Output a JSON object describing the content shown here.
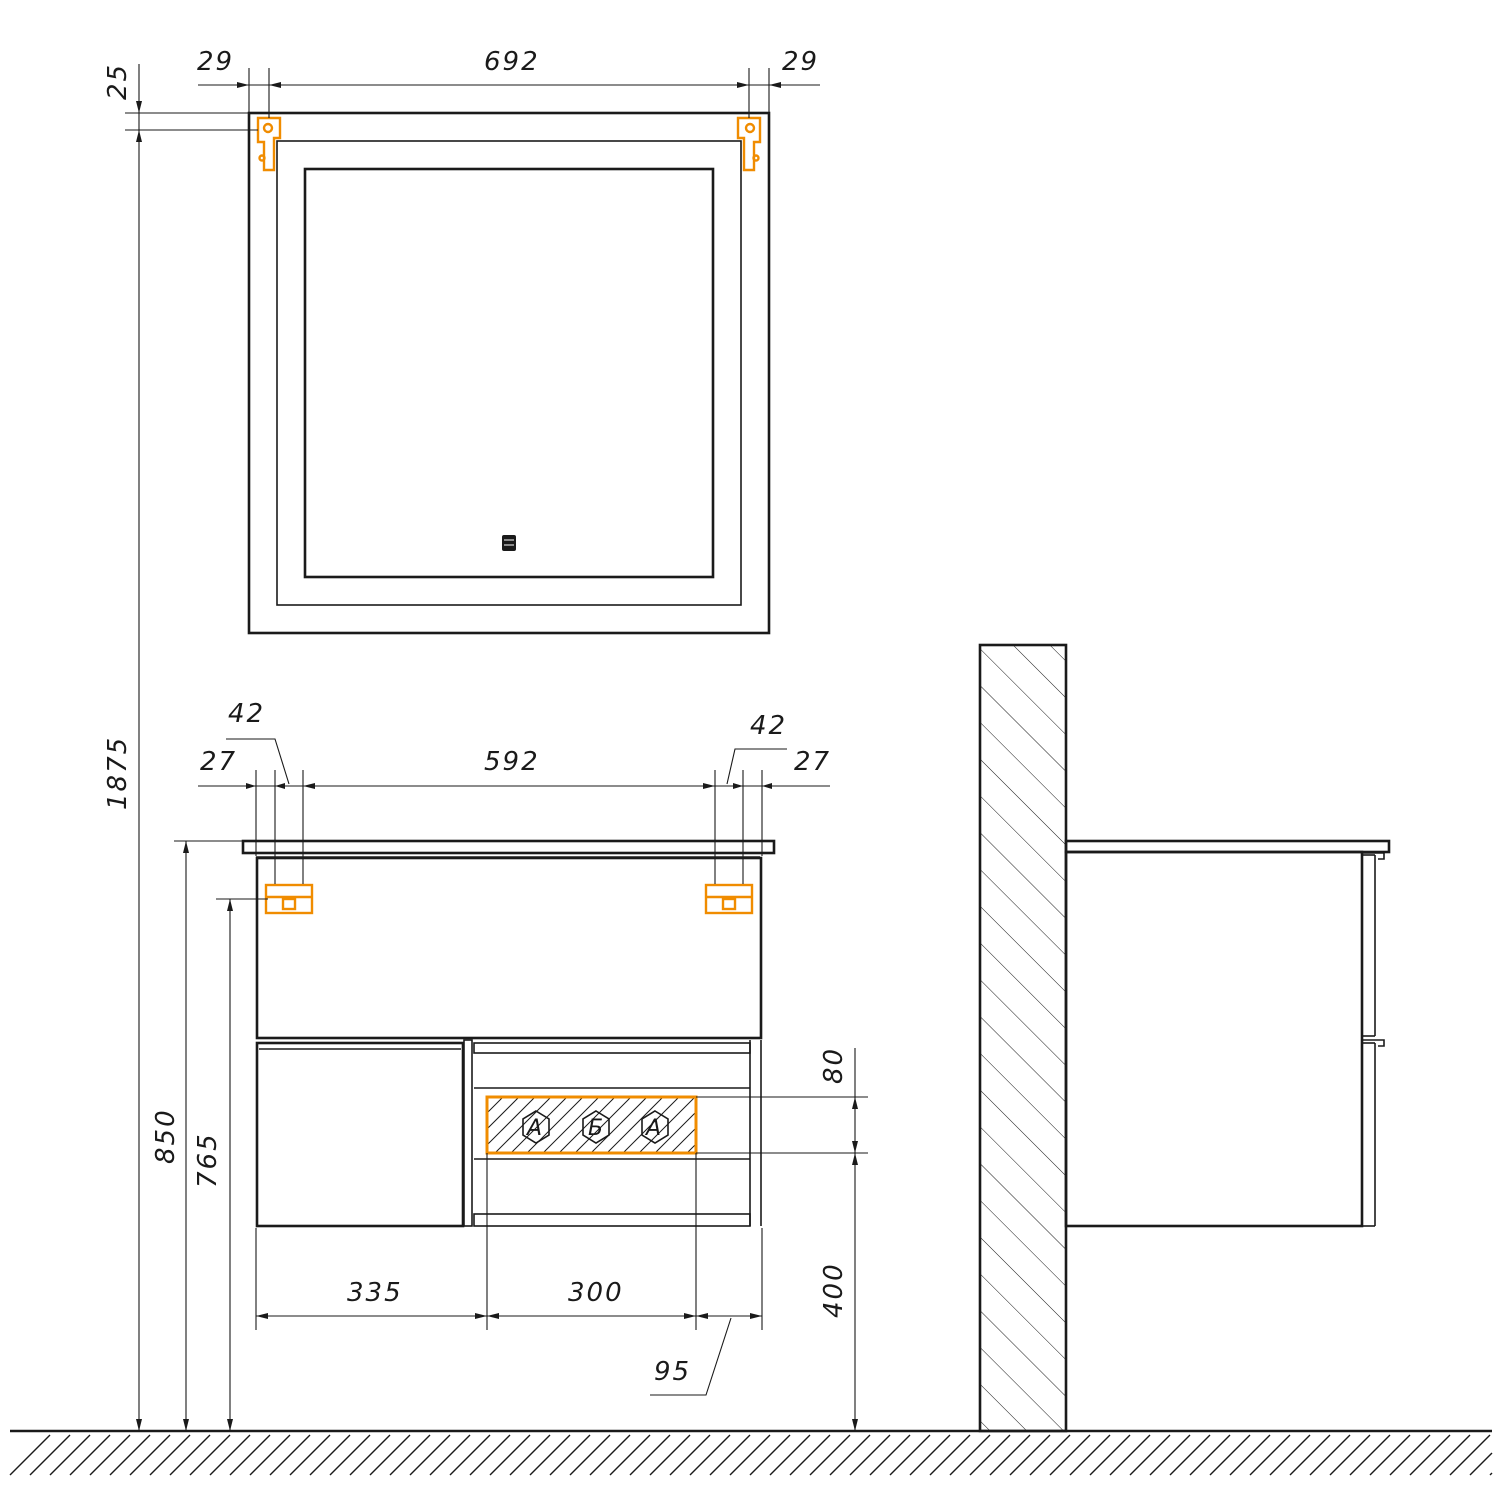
{
  "dimensions": {
    "mirror_top_offset": "25",
    "mirror_left_hanger": "29",
    "mirror_width_between": "692",
    "mirror_right_hanger": "29",
    "total_height": "1875",
    "cab_hanger_offset_left": "42",
    "cab_edge_left": "27",
    "cab_width_between": "592",
    "cab_hanger_offset_right": "42",
    "cab_edge_right": "27",
    "top_height": "850",
    "hanger_height": "765",
    "left_section_width": "335",
    "opening_width": "300",
    "right_offset": "95",
    "cutout_height": "80",
    "cutout_elevation": "400"
  },
  "markers": {
    "a_left": "A",
    "b_mid": "Б",
    "a_right": "A"
  },
  "colors": {
    "line": "#1a1a1a",
    "accent": "#f08c00"
  }
}
